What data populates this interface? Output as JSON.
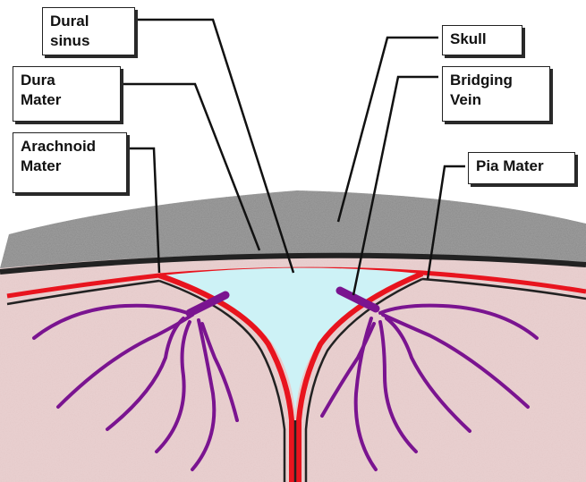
{
  "labels": {
    "dural_sinus": [
      "Dural",
      "sinus"
    ],
    "dura_mater": [
      "Dura",
      "Mater"
    ],
    "arachnoid_mater": [
      "Arachnoid",
      "Mater"
    ],
    "skull": [
      "Skull"
    ],
    "bridging_vein": [
      "Bridging",
      "Vein"
    ],
    "pia_mater": [
      "Pia Mater"
    ]
  },
  "colors": {
    "skull": "#9a9a9a",
    "brain": "#e8cfcf",
    "dura_line": "#222222",
    "arachnoid_line": "#e8141e",
    "sinus": "#cdf2f6",
    "veins": "#7a1490",
    "leader_lines": "#111111"
  }
}
